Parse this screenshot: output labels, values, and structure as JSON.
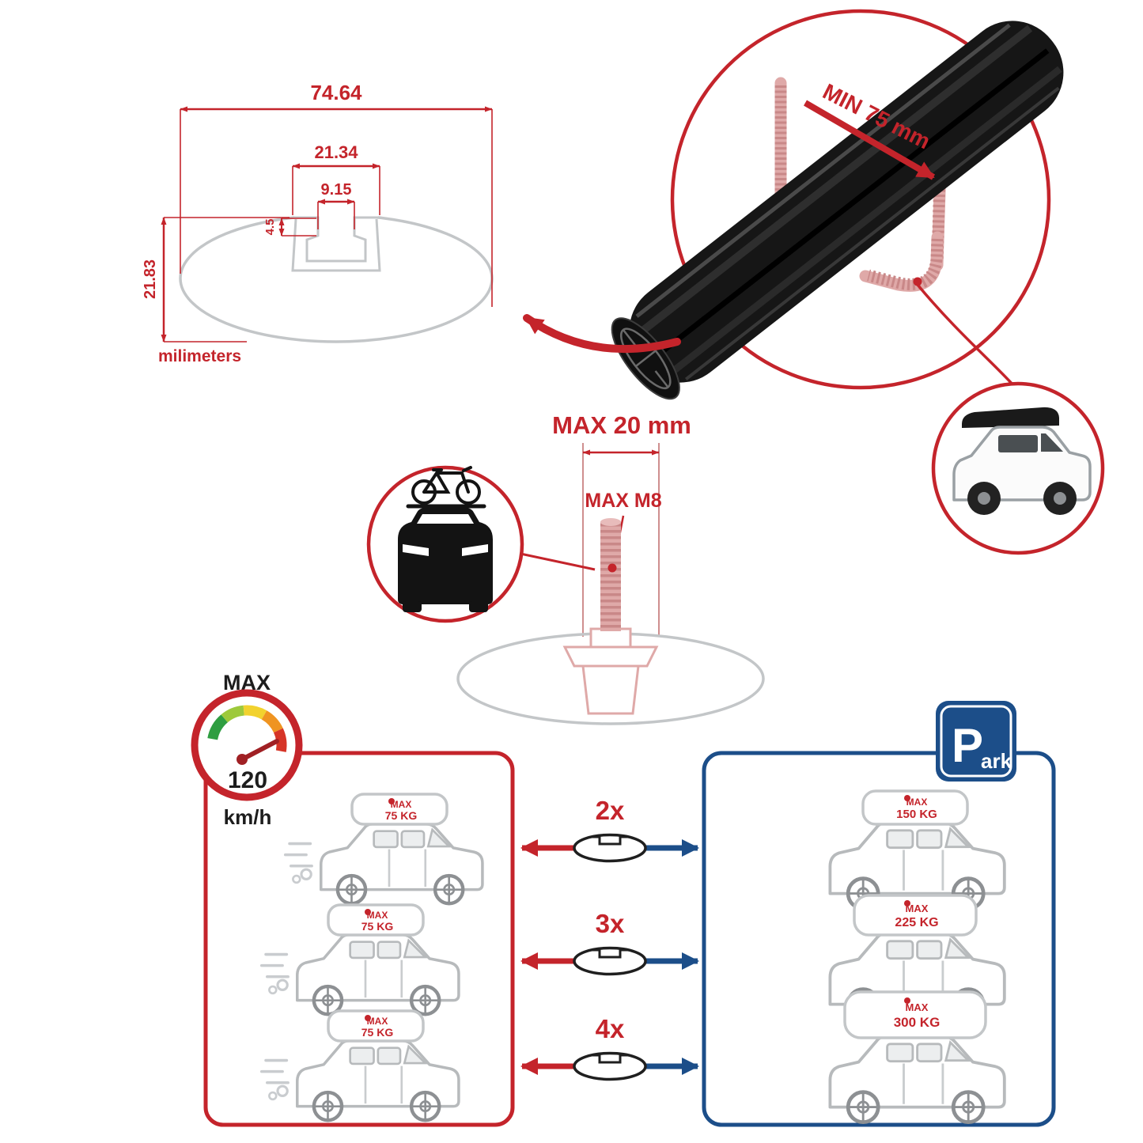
{
  "colors": {
    "red": "#c4242b",
    "blue": "#1c4e89",
    "bar_black": "#161616",
    "outline_gray": "#c3c6c8",
    "thread_pink": "#dfa9a8",
    "gauge_green": "#2f9e41",
    "gauge_yellowgreen": "#9dc93b",
    "gauge_yellow": "#f2d22e",
    "gauge_orange": "#ef9421",
    "gauge_red": "#d63427"
  },
  "icons": {
    "speedometer": "speedometer-gauge-icon",
    "car_roof_box": "suv-with-roof-box-icon",
    "car_bike": "car-front-with-bike-icon",
    "parking": "parking-sign-icon",
    "profile": "crossbar-profile-icon"
  },
  "profile_dimensions": {
    "total_width": "74.64",
    "channel_width": "21.34",
    "slot_width": "9.15",
    "slot_depth": "4.5",
    "total_height": "21.83",
    "units": "milimeters"
  },
  "clamp_detail": {
    "min_span": "MIN 75 mm"
  },
  "bolt_detail": {
    "max_length": "MAX 20 mm",
    "max_thread": "MAX M8"
  },
  "speed": {
    "label": "MAX",
    "value": "120",
    "unit": "km/h"
  },
  "capacity": {
    "single_loads": [
      {
        "max": "MAX",
        "weight": "75 KG"
      },
      {
        "max": "MAX",
        "weight": "75 KG"
      },
      {
        "max": "MAX",
        "weight": "75 KG"
      }
    ],
    "rows": [
      {
        "multiplier": "2x"
      },
      {
        "multiplier": "3x"
      },
      {
        "multiplier": "4x"
      }
    ],
    "combined_loads": [
      {
        "max": "MAX",
        "weight": "150 KG"
      },
      {
        "max": "MAX",
        "weight": "225 KG"
      },
      {
        "max": "MAX",
        "weight": "300 KG"
      }
    ],
    "park_sign": {
      "initial": "P",
      "rest": "ark"
    }
  }
}
